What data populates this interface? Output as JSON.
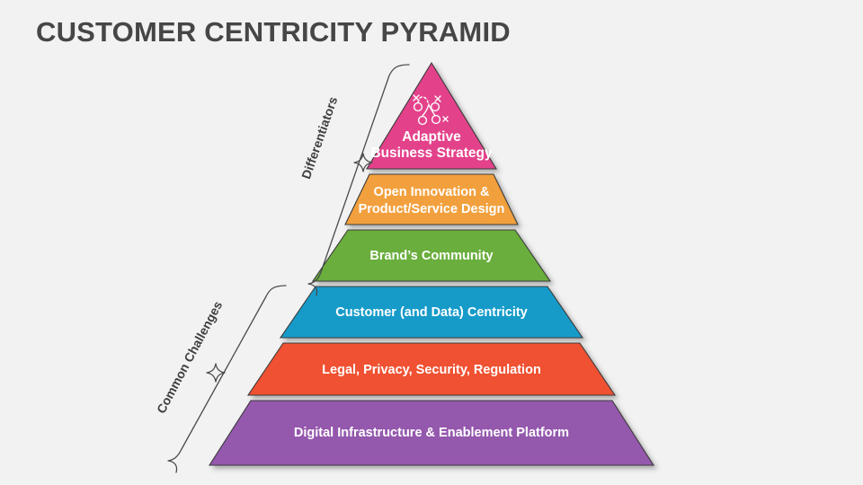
{
  "page": {
    "title": "CUSTOMER CENTRICITY PYRAMID",
    "background_color": "#f2f2f2",
    "title_color": "#464646"
  },
  "chart_data": {
    "type": "pyramid",
    "title": "CUSTOMER CENTRICITY PYRAMID",
    "orientation": "apex-up",
    "level_count": 6,
    "levels": [
      {
        "rank": 1,
        "position": "apex",
        "label": "Adaptive Business Strategy",
        "label_lines": [
          "Adaptive",
          "Business Strategy"
        ],
        "color": "#e3438b",
        "text_color": "#ffffff",
        "group": "Differentiators",
        "icon": "strategy-playbook-icon"
      },
      {
        "rank": 2,
        "label": "Open Innovation & Product/Service Design",
        "label_lines": [
          "Open Innovation &",
          "Product/Service Design"
        ],
        "color": "#f2a03c",
        "text_color": "#ffffff",
        "group": "Differentiators",
        "icon": null
      },
      {
        "rank": 3,
        "label": "Brand’s Community",
        "label_lines": [
          "Brand’s Community"
        ],
        "color": "#6aae3c",
        "text_color": "#ffffff",
        "group": "Differentiators",
        "icon": null
      },
      {
        "rank": 4,
        "label": "Customer (and Data) Centricity",
        "label_lines": [
          "Customer (and Data) Centricity"
        ],
        "color": "#159bc9",
        "text_color": "#ffffff",
        "group": "Common Challenges",
        "icon": null
      },
      {
        "rank": 5,
        "label": "Legal, Privacy, Security, Regulation",
        "label_lines": [
          "Legal, Privacy, Security, Regulation"
        ],
        "color": "#ef5133",
        "text_color": "#ffffff",
        "group": "Common Challenges",
        "icon": null
      },
      {
        "rank": 6,
        "position": "base",
        "label": "Digital Infrastructure & Enablement Platform",
        "label_lines": [
          "Digital Infrastructure & Enablement Platform"
        ],
        "color": "#9459ad",
        "text_color": "#ffffff",
        "group": "Common Challenges",
        "icon": null
      }
    ],
    "groups": [
      {
        "name": "Differentiators",
        "covers_levels": [
          1,
          2,
          3
        ],
        "bracket": "curly-brace-left",
        "label_color": "#3f3f3f"
      },
      {
        "name": "Common Challenges",
        "covers_levels": [
          4,
          5,
          6
        ],
        "bracket": "curly-brace-left",
        "label_color": "#3f3f3f"
      }
    ]
  }
}
